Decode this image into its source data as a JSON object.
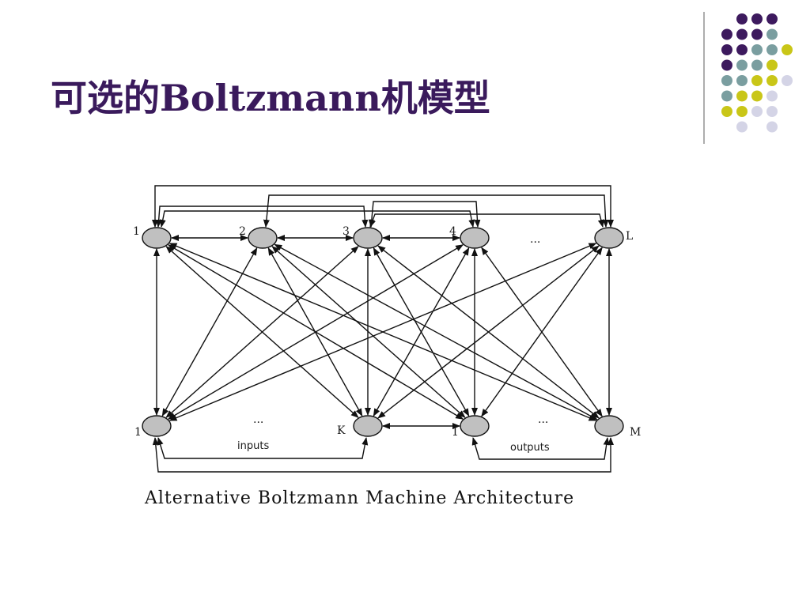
{
  "slide": {
    "title": "可选的Boltzmann机模型",
    "caption": "Alternative Boltzmann Machine Architecture"
  },
  "colors": {
    "title": "#3a1a5c",
    "dot_purple": "#3d1a5e",
    "dot_teal": "#7a9ea0",
    "dot_yellow": "#c9c618",
    "dot_lavender": "#d4d4e6",
    "node_fill": "#c0c0c0"
  },
  "decor": {
    "dot_rows": [
      [
        "",
        "",
        "purple",
        "purple",
        "purple",
        ""
      ],
      [
        "",
        "purple",
        "purple",
        "purple",
        "teal",
        ""
      ],
      [
        "",
        "purple",
        "purple",
        "teal",
        "teal",
        "yellow"
      ],
      [
        "",
        "purple",
        "teal",
        "teal",
        "yellow",
        ""
      ],
      [
        "",
        "teal",
        "teal",
        "yellow",
        "yellow",
        "lavender"
      ],
      [
        "",
        "teal",
        "yellow",
        "yellow",
        "lavender",
        ""
      ],
      [
        "",
        "yellow",
        "yellow",
        "lavender",
        "lavender",
        ""
      ],
      [
        "",
        "",
        "lavender",
        "",
        "lavender",
        ""
      ]
    ]
  },
  "diagram": {
    "top_nodes": [
      {
        "id": "t1",
        "label": "1"
      },
      {
        "id": "t2",
        "label": "2"
      },
      {
        "id": "t3",
        "label": "3"
      },
      {
        "id": "t4",
        "label": "4"
      },
      {
        "id": "tL",
        "label": "L"
      }
    ],
    "top_ellipsis": "...",
    "bottom_nodes": [
      {
        "id": "b1",
        "label": "1"
      },
      {
        "id": "bK",
        "label": "K"
      },
      {
        "id": "b1o",
        "label": "1"
      },
      {
        "id": "bM",
        "label": "M"
      }
    ],
    "inputs_ellipsis": "...",
    "inputs_label": "inputs",
    "outputs_ellipsis": "...",
    "outputs_label": "outputs"
  }
}
